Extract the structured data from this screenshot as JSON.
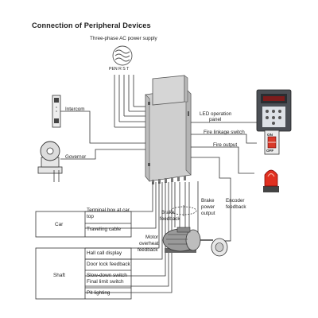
{
  "title": "Connection of Peripheral Devices",
  "labels": {
    "power_supply": "Three-phase AC power supply",
    "phases": "PEN R S T",
    "intercom": "Intercom",
    "governor": "Governor",
    "led_panel_1": "LED operation",
    "led_panel_2": "panel",
    "fire_linkage": "Fire linkage switch",
    "fire_output": "Fire output",
    "brake_power_1": "Brake",
    "brake_power_2": "power",
    "brake_power_3": "output",
    "encoder_1": "Encoder",
    "encoder_2": "feedback",
    "brake_fb_1": "Brake",
    "brake_fb_2": "feedback",
    "motor_oh_1": "Motor",
    "motor_oh_2": "overheat",
    "motor_oh_3": "feedback",
    "switch_on": "ON",
    "switch_off": "OFF"
  },
  "car": {
    "label": "Car",
    "items": [
      "Terminal box at car top",
      "Traveling cable"
    ]
  },
  "shaft": {
    "label": "Shaft",
    "items": [
      "Hall call display",
      "Door lock feedback",
      "Slow-down switch",
      "Final limit switch",
      "Pit lighting"
    ]
  }
}
